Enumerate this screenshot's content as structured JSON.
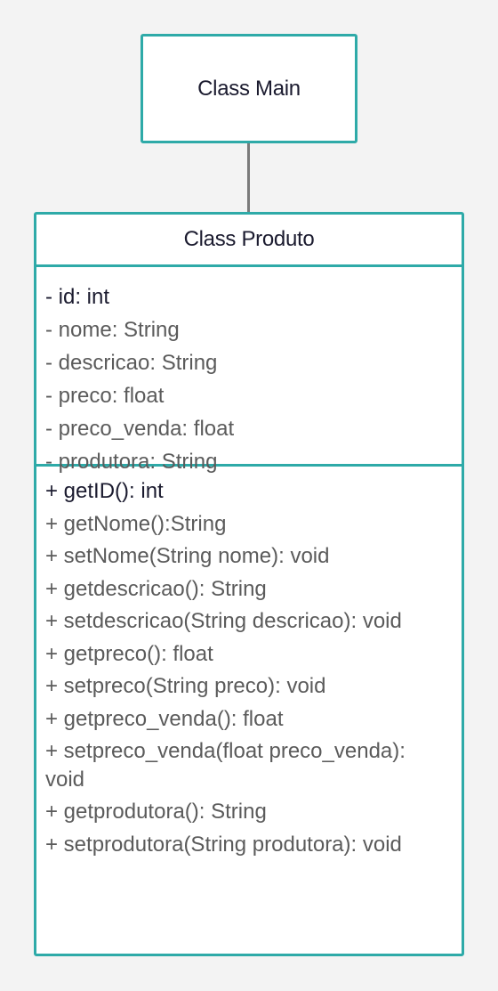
{
  "main_class": {
    "title": "Class Main"
  },
  "produto_class": {
    "title": "Class Produto",
    "attributes": [
      "- id: int",
      "- nome: String",
      "- descricao: String",
      "- preco: float",
      "- preco_venda: float",
      "- produtora: String"
    ],
    "methods": [
      "+ getID(): int",
      "+ getNome():String",
      "+ setNome(String nome): void",
      "+ getdescricao(): String",
      "+ setdescricao(String descricao): void",
      "+ getpreco(): float",
      "+ setpreco(String preco): void",
      "+ getpreco_venda(): float",
      "+ setpreco_venda(float preco_venda): void",
      "+ getprodutora(): String",
      "+ setprodutora(String produtora): void"
    ]
  },
  "colors": {
    "border": "#2eaaa8",
    "connector": "#7a7a7a",
    "background": "#f3f3f3"
  }
}
